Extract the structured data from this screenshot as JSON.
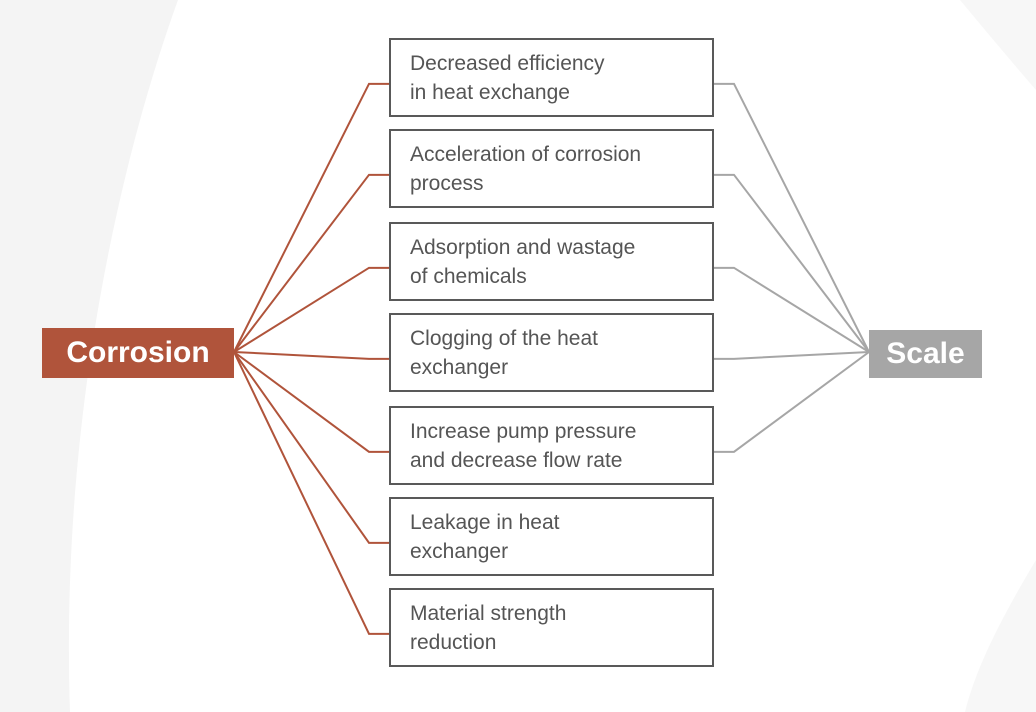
{
  "colors": {
    "corrosion": "#b0543b",
    "scale": "#a6a6a6",
    "box_border": "#595959",
    "box_text": "#555555"
  },
  "hubs": {
    "left": {
      "label": "Corrosion"
    },
    "right": {
      "label": "Scale"
    }
  },
  "effects": [
    {
      "label": "Decreased efficiency\nin heat exchange",
      "linked_to_scale": true
    },
    {
      "label": "Acceleration of corrosion\nprocess",
      "linked_to_scale": true
    },
    {
      "label": "Adsorption and wastage\nof chemicals",
      "linked_to_scale": true
    },
    {
      "label": "Clogging of the heat\nexchanger",
      "linked_to_scale": true
    },
    {
      "label": "Increase pump pressure\nand decrease flow rate",
      "linked_to_scale": true
    },
    {
      "label": "Leakage in heat\nexchanger",
      "linked_to_scale": false
    },
    {
      "label": "Material strength\nreduction",
      "linked_to_scale": false
    }
  ]
}
